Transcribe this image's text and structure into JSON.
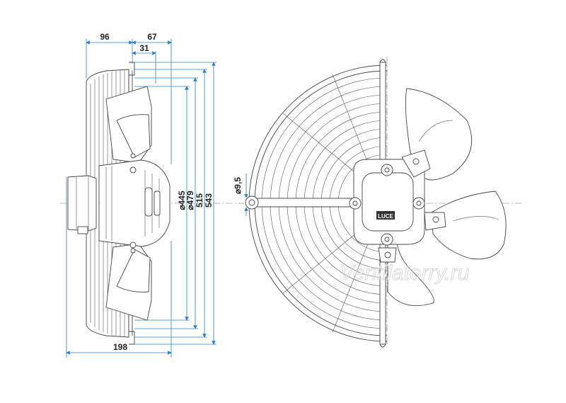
{
  "dimensions": {
    "d96": "96",
    "d67": "67",
    "d31": "31",
    "d198": "198",
    "d445": "⌀445",
    "d479": "⌀479",
    "d515": "515",
    "d543": "543",
    "d9_5": "⌀9,5"
  },
  "nameplate": "LUCE",
  "watermark": "Ventilatorry.ru",
  "colors": {
    "dimension": "#2a7fd0",
    "outline": "#444444"
  }
}
